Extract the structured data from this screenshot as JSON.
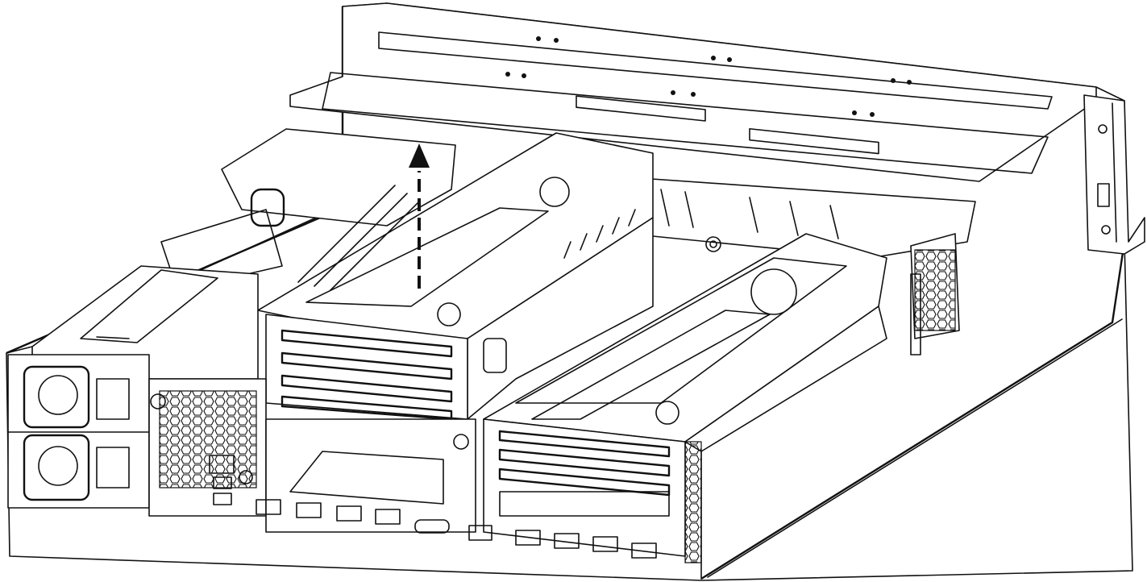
{
  "illustration": {
    "subject": "server-chassis",
    "components": [
      "riser-cage-left",
      "riser-cage-right",
      "power-supply-bay",
      "rear-io-panel",
      "chassis-top-cover",
      "front-ear-bracket"
    ],
    "action": "lift-up",
    "arrow_style": "dashed",
    "line_color": "#111111",
    "background_color": "#ffffff"
  }
}
